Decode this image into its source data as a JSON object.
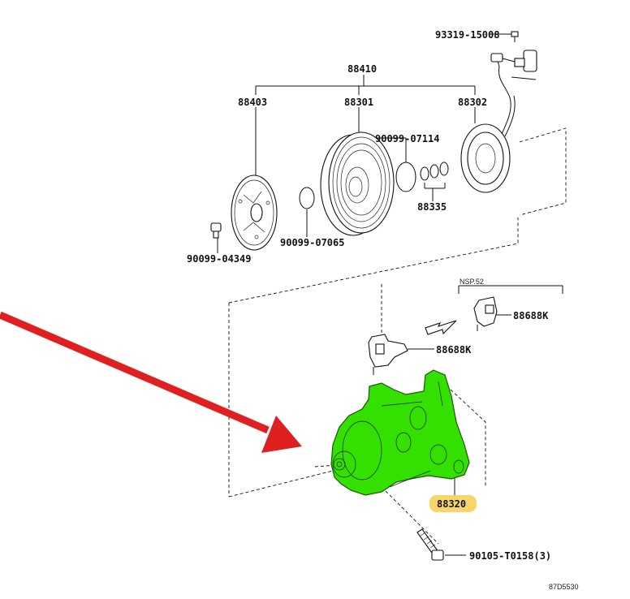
{
  "labels": {
    "p93319": "93319-15008",
    "p88410": "88410",
    "p88403": "88403",
    "p88301": "88301",
    "p88302": "88302",
    "p90099_07114": "90099-07114",
    "p88335": "88335",
    "p90099_07065": "90099-07065",
    "p90099_04349": "90099-04349",
    "nsp": "NSP.52",
    "p88688k_upper": "88688K",
    "p88688k_lower": "88688K",
    "p88320": "88320",
    "p90105": "90105-T0158(3)",
    "diagram_code": "87D5530"
  },
  "colors": {
    "highlight_part": "#33e000",
    "callout_badge": "#f8d56a",
    "arrow": "#e02020",
    "line": "#111111"
  },
  "highlighted_part": "88320"
}
